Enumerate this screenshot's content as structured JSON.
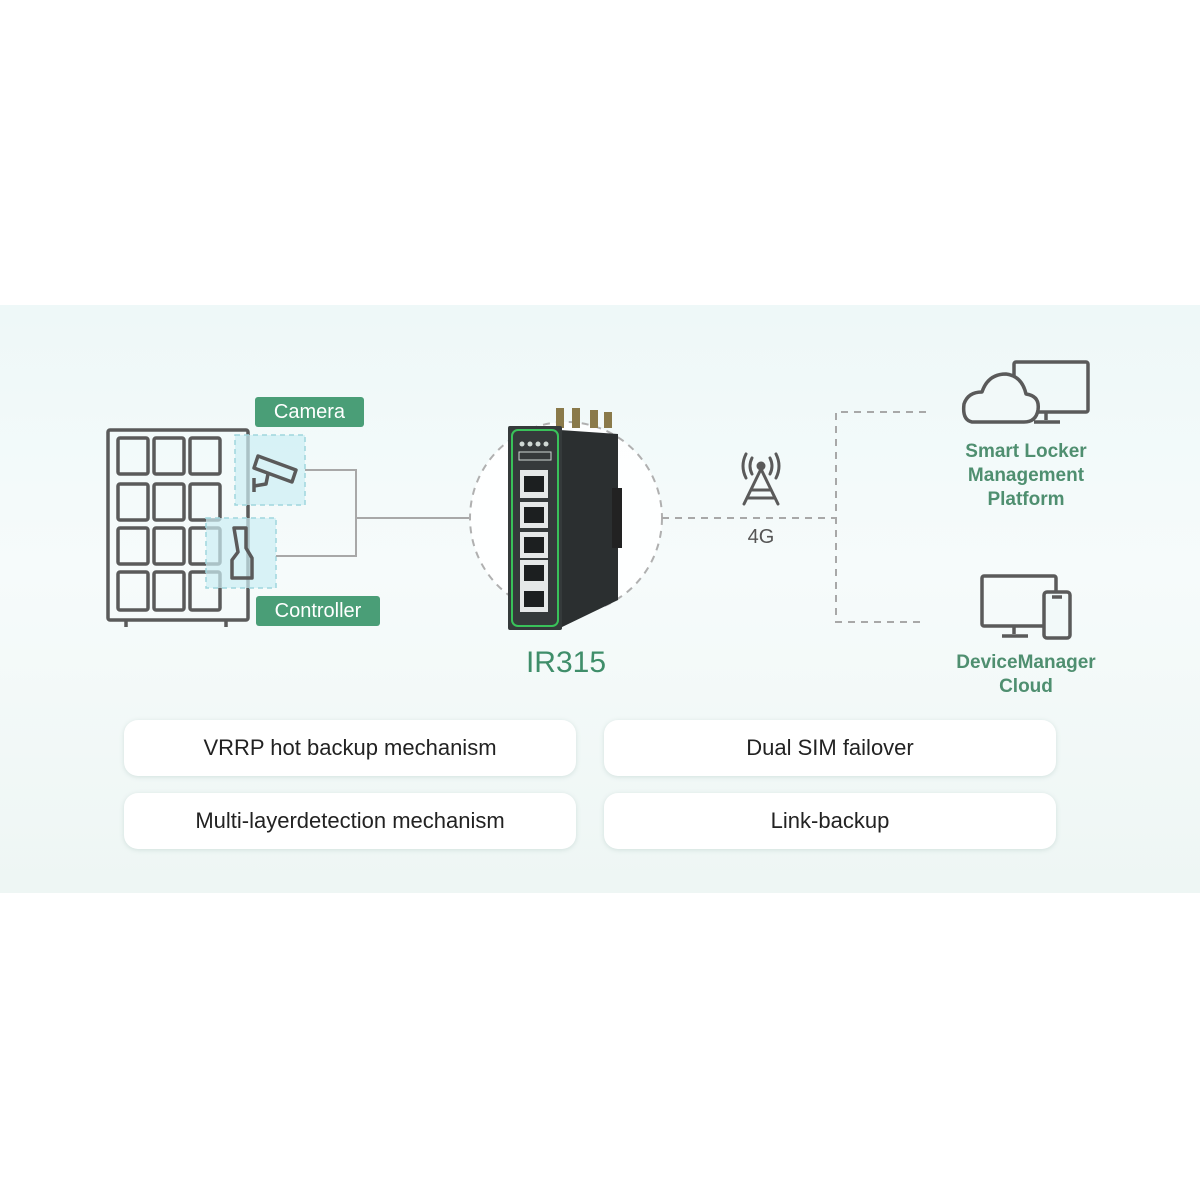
{
  "left": {
    "camera_label": "Camera",
    "controller_label": "Controller"
  },
  "center": {
    "model": "IR315",
    "network": "4G"
  },
  "right": {
    "platform_label": [
      "Smart Locker",
      "Management",
      "Platform"
    ],
    "cloud_label": [
      "DeviceManager",
      "Cloud"
    ]
  },
  "features": [
    "VRRP hot backup mechanism",
    "Dual SIM failover",
    "Multi-layerdetection mechanism",
    "Link-backup"
  ],
  "colors": {
    "accent": "#4a9e77",
    "band": "#eef8f8",
    "outline": "#555555"
  }
}
